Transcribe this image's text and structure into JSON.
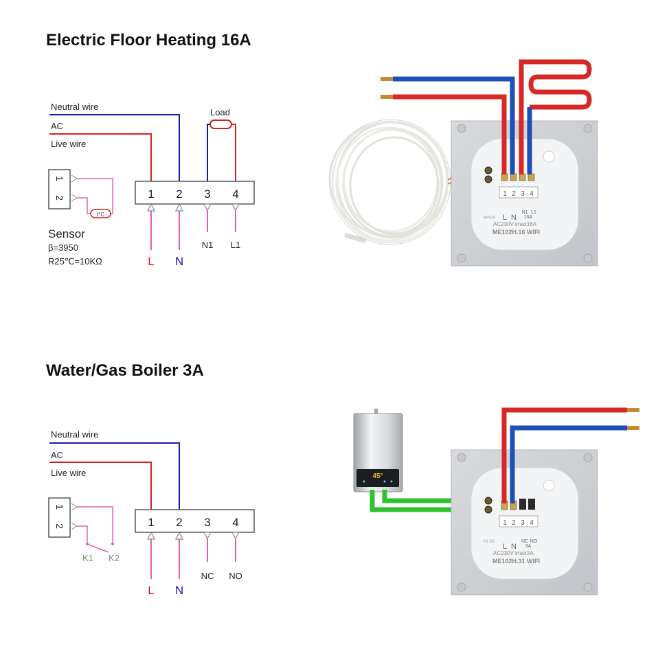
{
  "sections": [
    {
      "title": "Electric Floor Heating 16A",
      "wires": {
        "neutral": "Neutral wire",
        "ac": "AC",
        "live": "Live wire"
      },
      "load_label": "Load",
      "terminals": [
        "1",
        "2",
        "3",
        "4"
      ],
      "bottom_labels": [
        "L",
        "N",
        "N1",
        "L1"
      ],
      "sensor_pins": [
        "1",
        "2"
      ],
      "sensor_symbol": "t°C",
      "sensor": {
        "name": "Sensor",
        "beta": "β=3950",
        "r25": "R25℃=10KΩ"
      },
      "device": {
        "terminals": [
          "1",
          "2",
          "3",
          "4"
        ],
        "bottom": [
          "L",
          "N",
          "N1",
          "L1"
        ],
        "rating_small": "16A",
        "rating": "AC230V imax16A",
        "model": "ME102H.16 WIFI",
        "sensor_tag": "sensor"
      }
    },
    {
      "title": "Water/Gas Boiler 3A",
      "wires": {
        "neutral": "Neutral wire",
        "ac": "AC",
        "live": "Live wire"
      },
      "terminals": [
        "1",
        "2",
        "3",
        "4"
      ],
      "bottom_labels": [
        "L",
        "N",
        "NC",
        "NO"
      ],
      "sensor_pins": [
        "1",
        "2"
      ],
      "switch_labels": [
        "K1",
        "K2"
      ],
      "boiler_display": "45°",
      "device": {
        "terminals": [
          "1",
          "2",
          "3",
          "4"
        ],
        "bottom": [
          "L",
          "N",
          "NC",
          "NO"
        ],
        "rating_small": "3A",
        "rating": "AC230V imax3A",
        "model": "ME102H.31 WIFI",
        "sensor_tag": "K1 K2"
      }
    }
  ],
  "colors": {
    "neutral": "#1a1aa8",
    "live": "#d42020",
    "pink": "#e060b0",
    "gray_arrow": "#888888",
    "green": "#2ec32e",
    "label_blue": "#1010c8",
    "label_red": "#e01010"
  }
}
